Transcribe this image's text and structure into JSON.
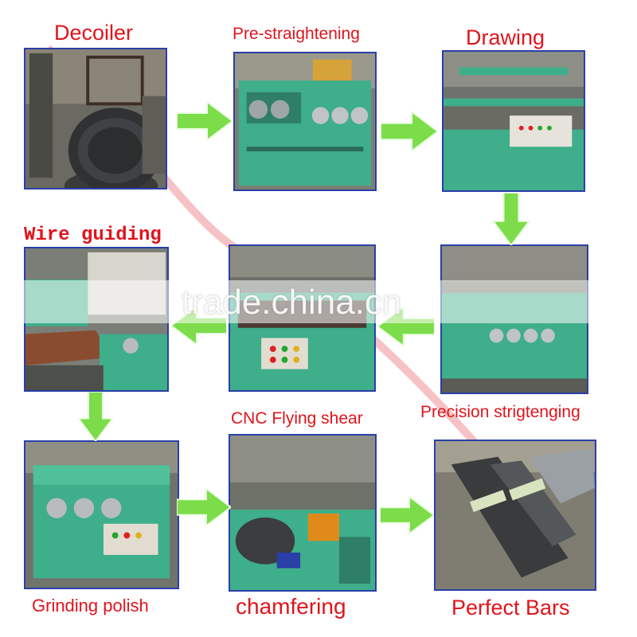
{
  "steps": {
    "decoiler": "Decoiler",
    "pre_straightening": "Pre-straightening",
    "drawing": "Drawing",
    "wire_guiding": "Wire guiding",
    "precision": "Precision strigtenging",
    "cnc": "CNC Flying shear",
    "grinding": "Grinding polish",
    "chamfering": "chamfering",
    "perfect_bars": "Perfect Bars"
  },
  "watermark": "trade.china.cn",
  "colors": {
    "label": "#e0141c",
    "frame": "#2a3fa8",
    "arrow": "#7ddc4a",
    "machine": "#3fae8a"
  }
}
